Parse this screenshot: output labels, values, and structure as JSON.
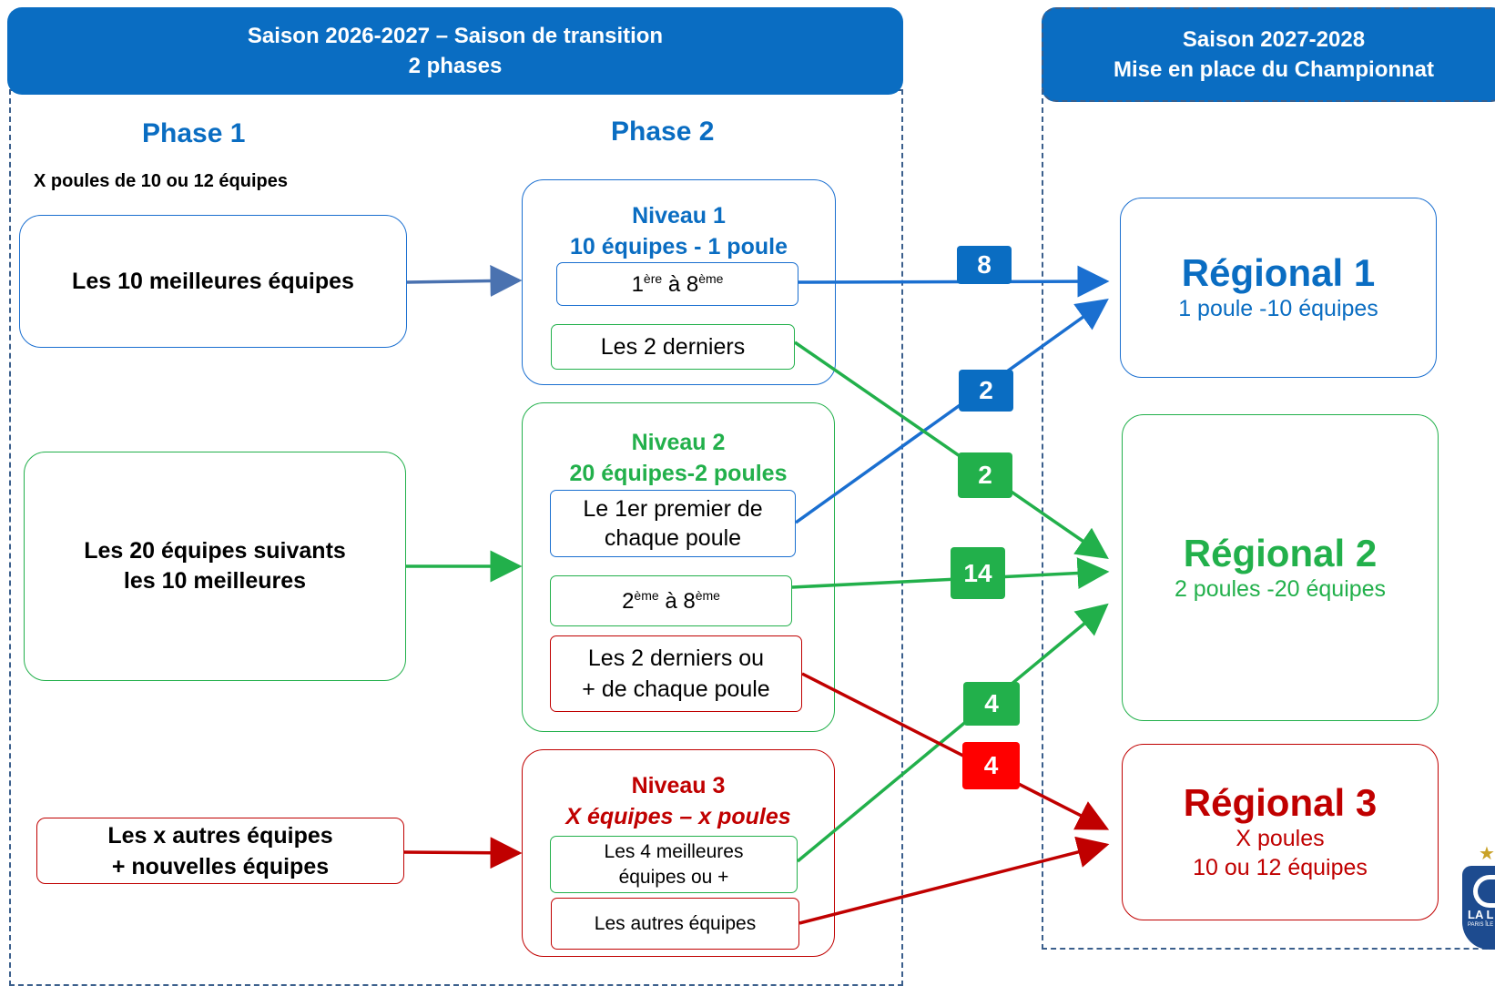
{
  "header_left": {
    "line1": "Saison 2026-2027 – Saison de transition",
    "line2": "2 phases"
  },
  "header_right": {
    "line1": "Saison 2027-2028",
    "line2": "Mise en place du Championnat"
  },
  "phase1": {
    "title": "Phase 1",
    "subtitle": "X poules de 10 ou 12 équipes"
  },
  "phase2": {
    "title": "Phase 2"
  },
  "p1_boxes": {
    "top": "Les 10 meilleures équipes",
    "mid1": "Les 20 équipes suivants",
    "mid2": "les 10 meilleures",
    "bot1": "Les x autres équipes",
    "bot2": "+ nouvelles équipes"
  },
  "niveau1": {
    "title": "Niveau 1",
    "subtitle": "10 équipes - 1 poule",
    "item1_a": "1",
    "item1_sup1": "ère",
    "item1_b": " à 8",
    "item1_sup2": "ème",
    "item2": "Les 2 derniers"
  },
  "niveau2": {
    "title": "Niveau 2",
    "subtitle": "20 équipes-2 poules",
    "item1_l1": "Le 1er premier de",
    "item1_l2": "chaque poule",
    "item2_a": "2",
    "item2_sup1": "ème",
    "item2_b": " à 8",
    "item2_sup2": "ème",
    "item3_l1": "Les 2 derniers ou",
    "item3_l2": "+ de chaque poule"
  },
  "niveau3": {
    "title": "Niveau 3",
    "subtitle": "X équipes – x poules",
    "item1_l1": "Les 4 meilleures",
    "item1_l2": "équipes ou +",
    "item2": "Les autres équipes"
  },
  "badges": {
    "b8": "8",
    "b2_blue": "2",
    "b2_green": "2",
    "b14": "14",
    "b4_green": "4",
    "b4_red": "4"
  },
  "regional1": {
    "title": "Régional 1",
    "sub": "1 poule -10 équipes"
  },
  "regional2": {
    "title": "Régional 2",
    "sub": "2 poules -20 équipes"
  },
  "regional3": {
    "title": "Régional 3",
    "sub1": "X poules",
    "sub2": "10 ou 12 équipes"
  },
  "logo": {
    "text": "LA L",
    "small": "PARIS ÎLE",
    "icon": "ligue-logo-icon"
  },
  "colors": {
    "blue": "#0a6dc2",
    "green": "#22b04b",
    "red": "#c00000",
    "red_badge": "#ff0000"
  }
}
